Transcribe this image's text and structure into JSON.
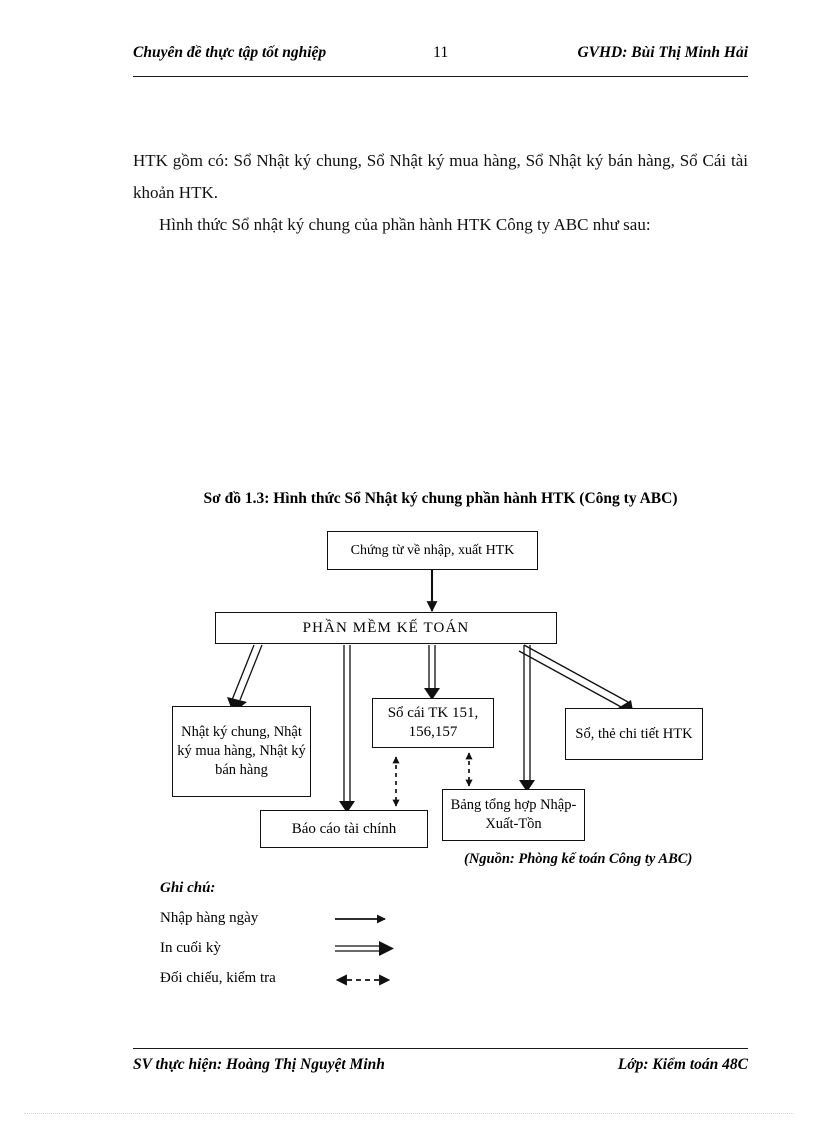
{
  "header": {
    "left": "Chuyên đề thực tập tốt nghiệp",
    "page_number": "11",
    "right": "GVHD: Bùi Thị Minh Hải"
  },
  "body": {
    "paragraph_1": "HTK gồm có: Sổ Nhật ký chung, Sổ Nhật ký mua hàng, Sổ Nhật ký bán hàng, Sổ Cái tài khoản HTK.",
    "paragraph_2": "Hình thức Sổ nhật ký chung của phần hành HTK Công ty ABC như sau:"
  },
  "figure": {
    "title": "Sơ đồ 1.3: Hình thức Sổ Nhật ký chung phần hành HTK (Công ty ABC)",
    "boxes": {
      "chung_tu": "Chứng từ về nhập, xuất HTK",
      "phan_mem": "PHẦN MỀM KẾ TOÁN",
      "nhat_ky": "Nhật ký chung, Nhật ký mua hàng, Nhật ký bán hàng",
      "so_cai": "Sổ cái TK 151, 156,157",
      "so_the": "Sổ, thẻ chi tiết HTK",
      "bao_cao": "Báo cáo tài chính",
      "bang_tong_hop": "Bảng tổng hợp Nhập-Xuất-Tồn"
    },
    "source": "(Nguồn: Phòng kế toán Công ty ABC)"
  },
  "legend": {
    "title": "Ghi chú:",
    "items": [
      {
        "label": "Nhập hàng ngày",
        "arrow": "solid-arrow"
      },
      {
        "label": "In cuối kỳ",
        "arrow": "double-line-arrow"
      },
      {
        "label": "Đối chiếu, kiểm tra",
        "arrow": "dashed-double-arrow"
      }
    ]
  },
  "footer": {
    "left": "SV thực hiện: Hoàng Thị Nguyệt Minh",
    "right": "Lớp: Kiểm toán 48C"
  },
  "colors": {
    "ink": "#111111",
    "page": "#ffffff"
  }
}
